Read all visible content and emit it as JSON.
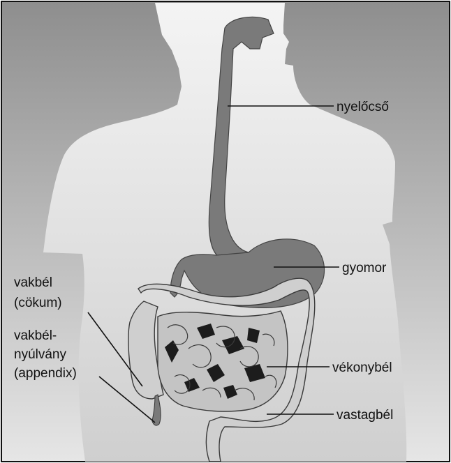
{
  "labels": {
    "esophagus": "nyelőcső",
    "stomach": "gyomor",
    "small_intestine": "vékonybél",
    "large_intestine": "vastagbél",
    "cecum_line1": "vakbél",
    "cecum_line2": "(cökum)",
    "appendix_line1": "vakbél-",
    "appendix_line2": "nyúlvány",
    "appendix_line3": "(appendix)"
  },
  "colors": {
    "background_top": "#8e8e8e",
    "background_bottom": "#e4e4e4",
    "body_silhouette": "#ededed",
    "organ_dark": "#7a7a7a",
    "intestine_fill": "#c9c9c9",
    "intestine_stroke": "#3a3a3a",
    "leader_line": "#111111"
  }
}
